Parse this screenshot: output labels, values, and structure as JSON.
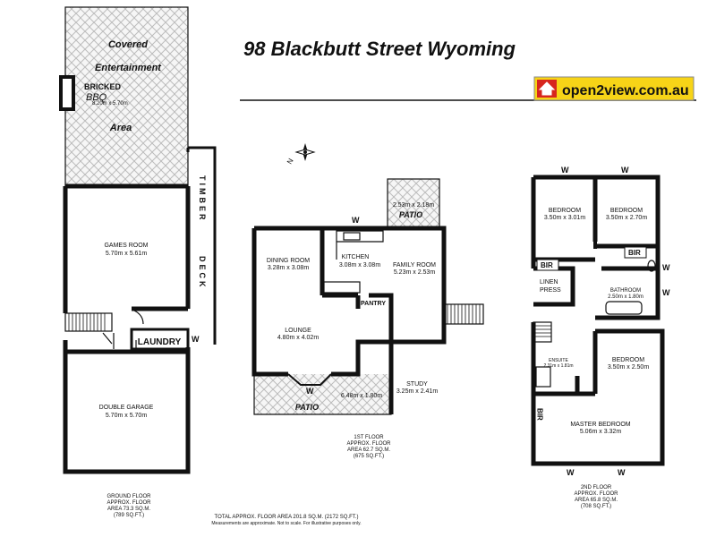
{
  "title": "98 Blackbutt Street Wyoming",
  "logo": {
    "text": "open2view.com.au"
  },
  "ground_floor": {
    "covered_area": {
      "line1": "Covered",
      "line2": "Entertainment",
      "line3": "Area",
      "dims": "8.20m x 5.70m"
    },
    "bbq": {
      "line1": "BRICKED",
      "line2": "BBQ"
    },
    "games_room": {
      "name": "GAMES ROOM",
      "dims": "5.70m x 5.61m"
    },
    "timber_deck": {
      "word1": "TIMBER",
      "word2": "DECK"
    },
    "laundry": "LAUNDRY",
    "garage": {
      "name": "DOUBLE GARAGE",
      "dims": "5.70m x 5.70m"
    },
    "caption": {
      "line1": "GROUND FLOOR",
      "line2": "APPROX. FLOOR",
      "line3": "AREA 73.3 SQ.M.",
      "line4": "(789 SQ.FT.)"
    }
  },
  "first_floor": {
    "dining": {
      "name": "DINING ROOM",
      "dims": "3.28m x 3.08m"
    },
    "kitchen": {
      "name": "KITCHEN",
      "dims": "3.08m x 3.08m"
    },
    "family": {
      "name": "FAMILY ROOM",
      "dims": "5.23m x 2.53m"
    },
    "patio_top": {
      "dims": "2.53m x 2.18m",
      "name": "PATIO"
    },
    "pantry": "PANTRY",
    "lounge": {
      "name": "LOUNGE",
      "dims": "4.80m x 4.02m"
    },
    "study": {
      "name": "STUDY",
      "dims": "3.25m x 2.41m"
    },
    "patio_bottom": {
      "dims": "6.48m x 1.80m",
      "name": "PATIO"
    },
    "caption": {
      "line1": "1ST FLOOR",
      "line2": "APPROX. FLOOR",
      "line3": "AREA 62.7 SQ.M.",
      "line4": "(675 SQ.FT.)"
    }
  },
  "second_floor": {
    "bed1": {
      "name": "BEDROOM",
      "dims": "3.50m x 3.01m"
    },
    "bed2": {
      "name": "BEDROOM",
      "dims": "3.50m x 2.70m"
    },
    "bir": "BIR",
    "linen": {
      "line1": "LINEN",
      "line2": "PRESS"
    },
    "bathroom": {
      "name": "BATHROOM",
      "dims": "2.50m x 1.80m"
    },
    "ensuite": {
      "name": "ENSUITE",
      "dims": "2.31m x 1.81m"
    },
    "bed3": {
      "name": "BEDROOM",
      "dims": "3.50m x 2.50m"
    },
    "master": {
      "name": "MASTER BEDROOM",
      "dims": "5.06m x 3.32m"
    },
    "caption": {
      "line1": "2ND FLOOR",
      "line2": "APPROX. FLOOR",
      "line3": "AREA 65.8 SQ.M.",
      "line4": "(708 SQ.FT.)"
    }
  },
  "window_mark": "W",
  "footer": {
    "total": "TOTAL APPROX. FLOOR AREA 201.8 SQ.M. (2172 SQ.FT.)",
    "disclaimer": "Measurements are approximate. Not to scale. For illustrative purposes only."
  },
  "colors": {
    "logo_red": "#d7261e",
    "logo_yellow": "#f7d417",
    "hatch": "#c8c8c8"
  }
}
